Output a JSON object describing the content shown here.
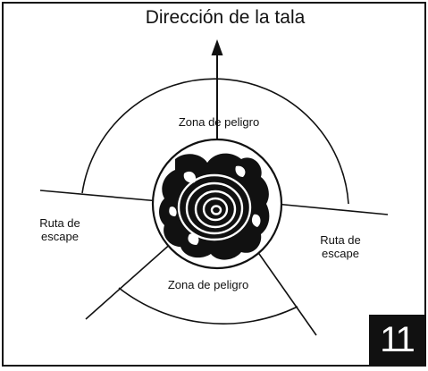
{
  "title": "Dirección de la tala",
  "labels": {
    "danger_zone_top": "Zona de peligro",
    "danger_zone_bottom": "Zona de peligro",
    "escape_route_left": "Ruta de\nescape",
    "escape_route_right": "Ruta de\nescape"
  },
  "figure_number": "11",
  "colors": {
    "ink": "#111111",
    "background": "#ffffff",
    "badge_text": "#ffffff"
  }
}
